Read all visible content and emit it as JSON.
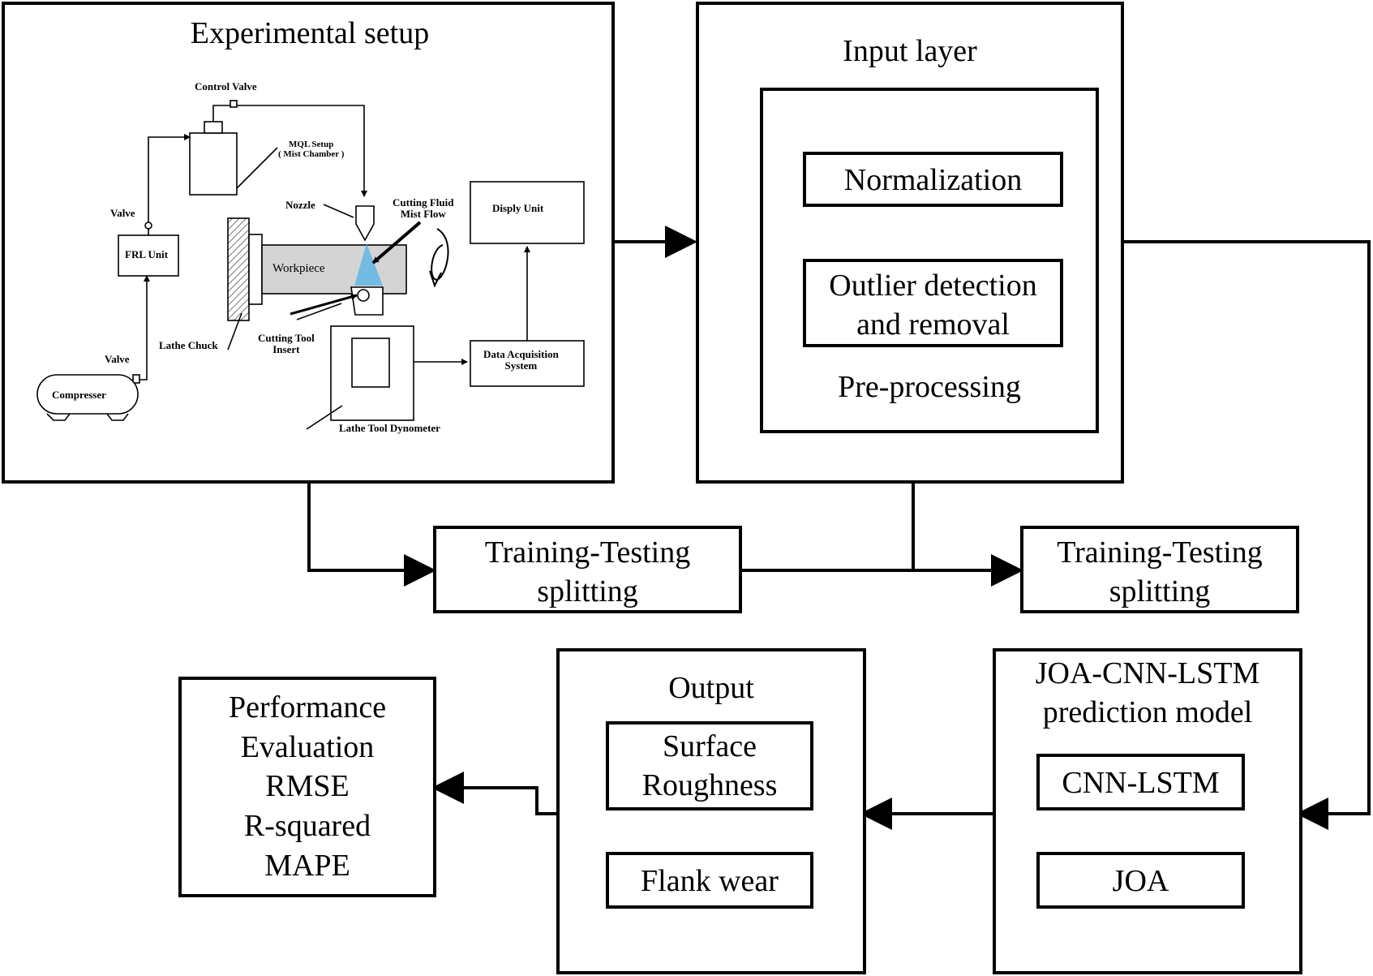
{
  "experimental_setup": {
    "title": "Experimental setup",
    "schematic": {
      "control_valve": "Control Valve",
      "mql_setup_1": "MQL Setup",
      "mql_setup_2": "( Mist Chamber )",
      "nozzle": "Nozzle",
      "cutting_fluid_1": "Cutting Fluid",
      "cutting_fluid_2": "Mist Flow",
      "display_unit": "Disply Unit",
      "valve_top": "Valve",
      "frl_unit": "FRL Unit",
      "workpiece": "Workpiece",
      "valve_bottom": "Valve",
      "lathe_chuck": "Lathe Chuck",
      "cutting_tool_1": "Cutting Tool",
      "cutting_tool_2": "Insert",
      "data_acq_1": "Data Acquisition",
      "data_acq_2": "System",
      "compressor": "Compresser",
      "dynamometer": "Lathe Tool Dynometer"
    }
  },
  "input_layer": {
    "title": "Input layer",
    "normalization": "Normalization",
    "outlier_1": "Outlier detection",
    "outlier_2": "and removal",
    "preprocessing": "Pre-processing"
  },
  "split_left": {
    "line1": "Training-Testing",
    "line2": "splitting"
  },
  "split_right": {
    "line1": "Training-Testing",
    "line2": "splitting"
  },
  "model": {
    "title_1": "JOA-CNN-LSTM",
    "title_2": "prediction model",
    "cnn_lstm": "CNN-LSTM",
    "joa": "JOA"
  },
  "output": {
    "title": "Output",
    "surface_1": "Surface",
    "surface_2": "Roughness",
    "flank_wear": "Flank wear"
  },
  "performance": {
    "line1": "Performance",
    "line2": "Evaluation",
    "line3": "RMSE",
    "line4": "R-squared",
    "line5": "MAPE"
  }
}
